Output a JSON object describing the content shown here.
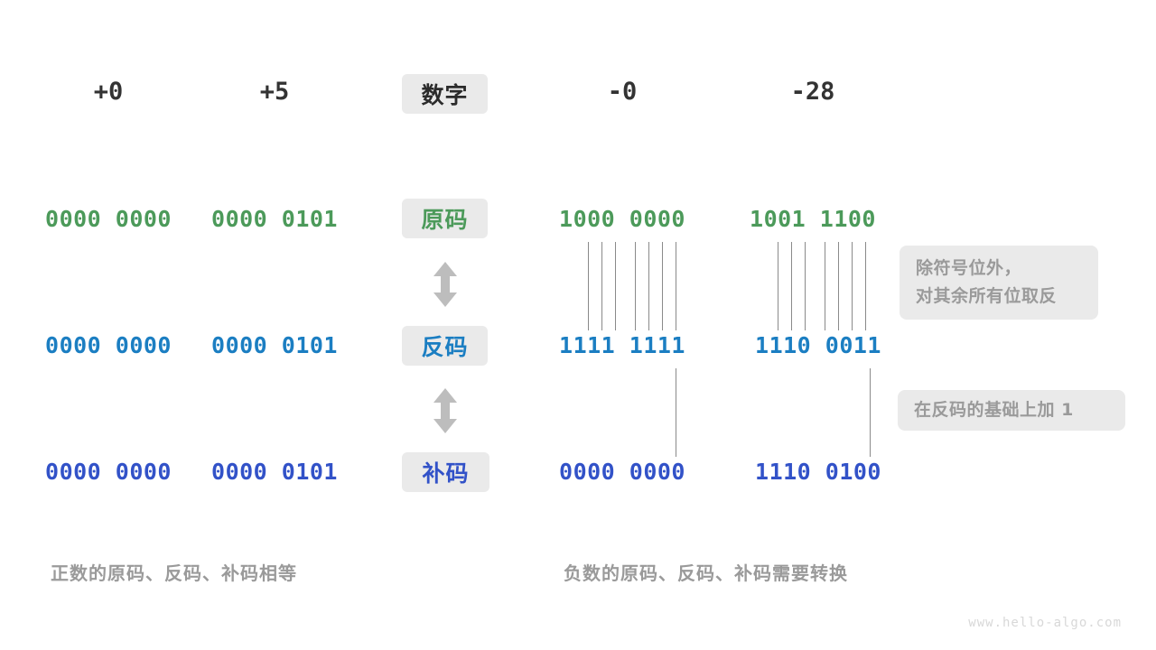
{
  "meta": {
    "watermark": "www.hello-algo.com",
    "colors": {
      "green": "#4c9a5a",
      "blue": "#1b7ec2",
      "indigo": "#3252c8",
      "badge_bg": "#eaeaea",
      "muted_text": "#9a9a9a",
      "line": "#8a8a8a"
    }
  },
  "header": {
    "row_label": "数字",
    "values": [
      "+0",
      "+5",
      "-0",
      "-28"
    ]
  },
  "rows": [
    {
      "label": "原码",
      "color_key": "green",
      "values": [
        "0000 0000",
        "0000 0101",
        "1000 0000",
        "1001 1100"
      ]
    },
    {
      "label": "反码",
      "color_key": "blue",
      "values": [
        "0000 0000",
        "0000 0101",
        "1111 1111",
        "1110 0011"
      ]
    },
    {
      "label": "补码",
      "color_key": "indigo",
      "values": [
        "0000 0000",
        "0000 0101",
        "0000 0000",
        "1110 0100"
      ]
    }
  ],
  "annotations": [
    {
      "id": "invert-note",
      "lines": [
        "除符号位外，",
        "对其余所有位取反"
      ]
    },
    {
      "id": "plus-one-note",
      "lines": [
        "在反码的基础上加  1"
      ]
    }
  ],
  "captions": {
    "positive": "正数的原码、反码、补码相等",
    "negative": "负数的原码、反码、补码需要转换"
  },
  "arrows": {
    "between_1_2": "double-arrow-vertical",
    "between_2_3": "double-arrow-vertical"
  }
}
